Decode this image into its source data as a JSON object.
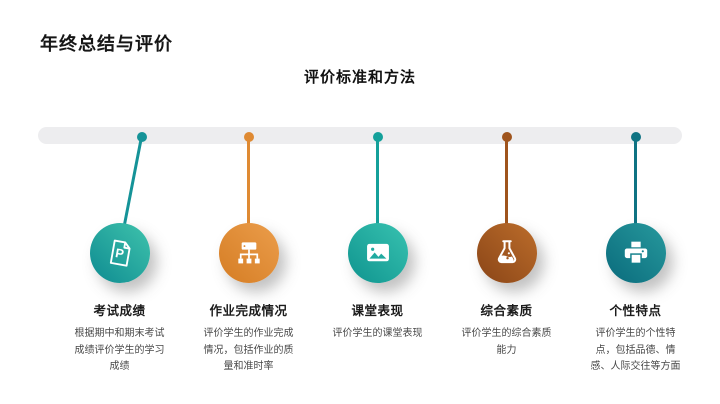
{
  "slide": {
    "title": "年终总结与评价",
    "subtitle": "评价标准和方法"
  },
  "timeline": {
    "bar_color": "#ededef"
  },
  "items": [
    {
      "title": "考试成绩",
      "description": "根据期中和期末考试成绩评价学生的学习成绩",
      "icon": "document-p-icon",
      "color_dark": "#0e8b91",
      "color_light": "#3fc3ac",
      "stem_color": "#159398"
    },
    {
      "title": "作业完成情况",
      "description": "评价学生的作业完成情况，包括作业的质量和准时率",
      "icon": "sitemap-icon",
      "color_dark": "#d57d24",
      "color_light": "#eb9d4b",
      "stem_color": "#df8a33"
    },
    {
      "title": "课堂表现",
      "description": "评价学生的课堂表现",
      "icon": "image-icon",
      "color_dark": "#0f948f",
      "color_light": "#38c2b0",
      "stem_color": "#14a09a"
    },
    {
      "title": "综合素质",
      "description": "评价学生的综合素质能力",
      "icon": "flask-icon",
      "color_dark": "#8a4517",
      "color_light": "#bc6d2b",
      "stem_color": "#9f541d"
    },
    {
      "title": "个性特点",
      "description": "评价学生的个性特点，包括品德、情感、人际交往等方面",
      "icon": "printer-icon",
      "color_dark": "#0a6b7c",
      "color_light": "#27999d",
      "stem_color": "#0f7383"
    }
  ]
}
